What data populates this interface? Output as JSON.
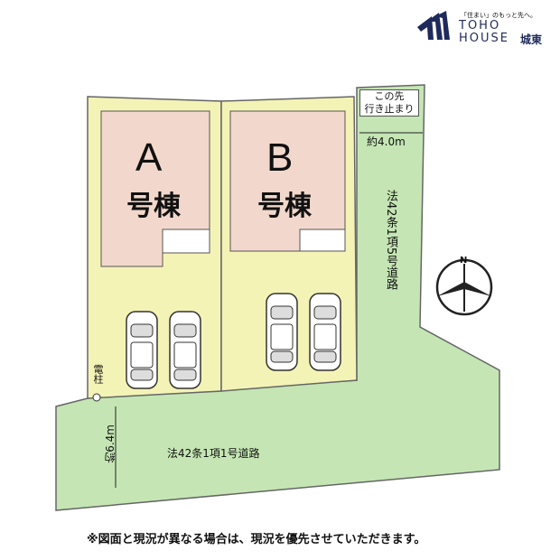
{
  "logo": {
    "tagline": "「住まい」のもっと先へ。",
    "brand_line1": "TOHO",
    "brand_line2": "HOUSE",
    "branch": "城東",
    "color": "#1f2a5c"
  },
  "lots": [
    {
      "letter": "A",
      "label": "号棟"
    },
    {
      "letter": "B",
      "label": "号棟"
    }
  ],
  "roads": {
    "dead_end_sign": [
      "この先",
      "行き止まり"
    ],
    "vertical_width": "約4.0m",
    "vertical_label": "法42条1項5号道路",
    "horizontal_width": "約6.4m",
    "horizontal_label": "法42条1項1号道路"
  },
  "pole_label": "電柱",
  "compass": "N",
  "note": "※図面と現況が異なる場合は、現況を優先させていただきます。",
  "colors": {
    "road": "#c5e6b4",
    "lot": "#f4f3b6",
    "house": "#f2d8cc"
  }
}
